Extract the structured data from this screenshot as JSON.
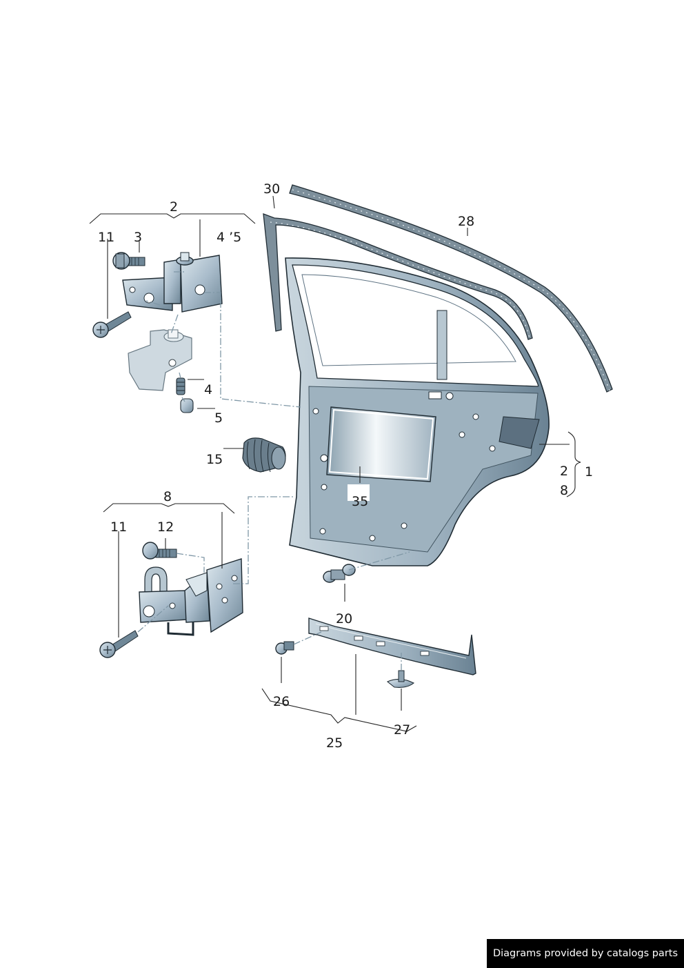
{
  "labels": {
    "l30": "30",
    "l28": "28",
    "l2a": "2",
    "l11a": "11",
    "l3": "3",
    "l45": "4 ’5",
    "l4": "4",
    "l5": "5",
    "l15": "15",
    "l8a": "8",
    "l11b": "11",
    "l12": "12",
    "l35": "35",
    "l2b": "2",
    "l8b": "8",
    "l1": "1",
    "l20": "20",
    "l26": "26",
    "l27": "27",
    "l25": "25"
  },
  "watermark": "Diagrams provided by catalogs parts",
  "colors": {
    "steel_light": "#dbe6ec",
    "steel_mid": "#a9bccb",
    "steel_dark": "#6f8797",
    "outline": "#1f2b33"
  }
}
